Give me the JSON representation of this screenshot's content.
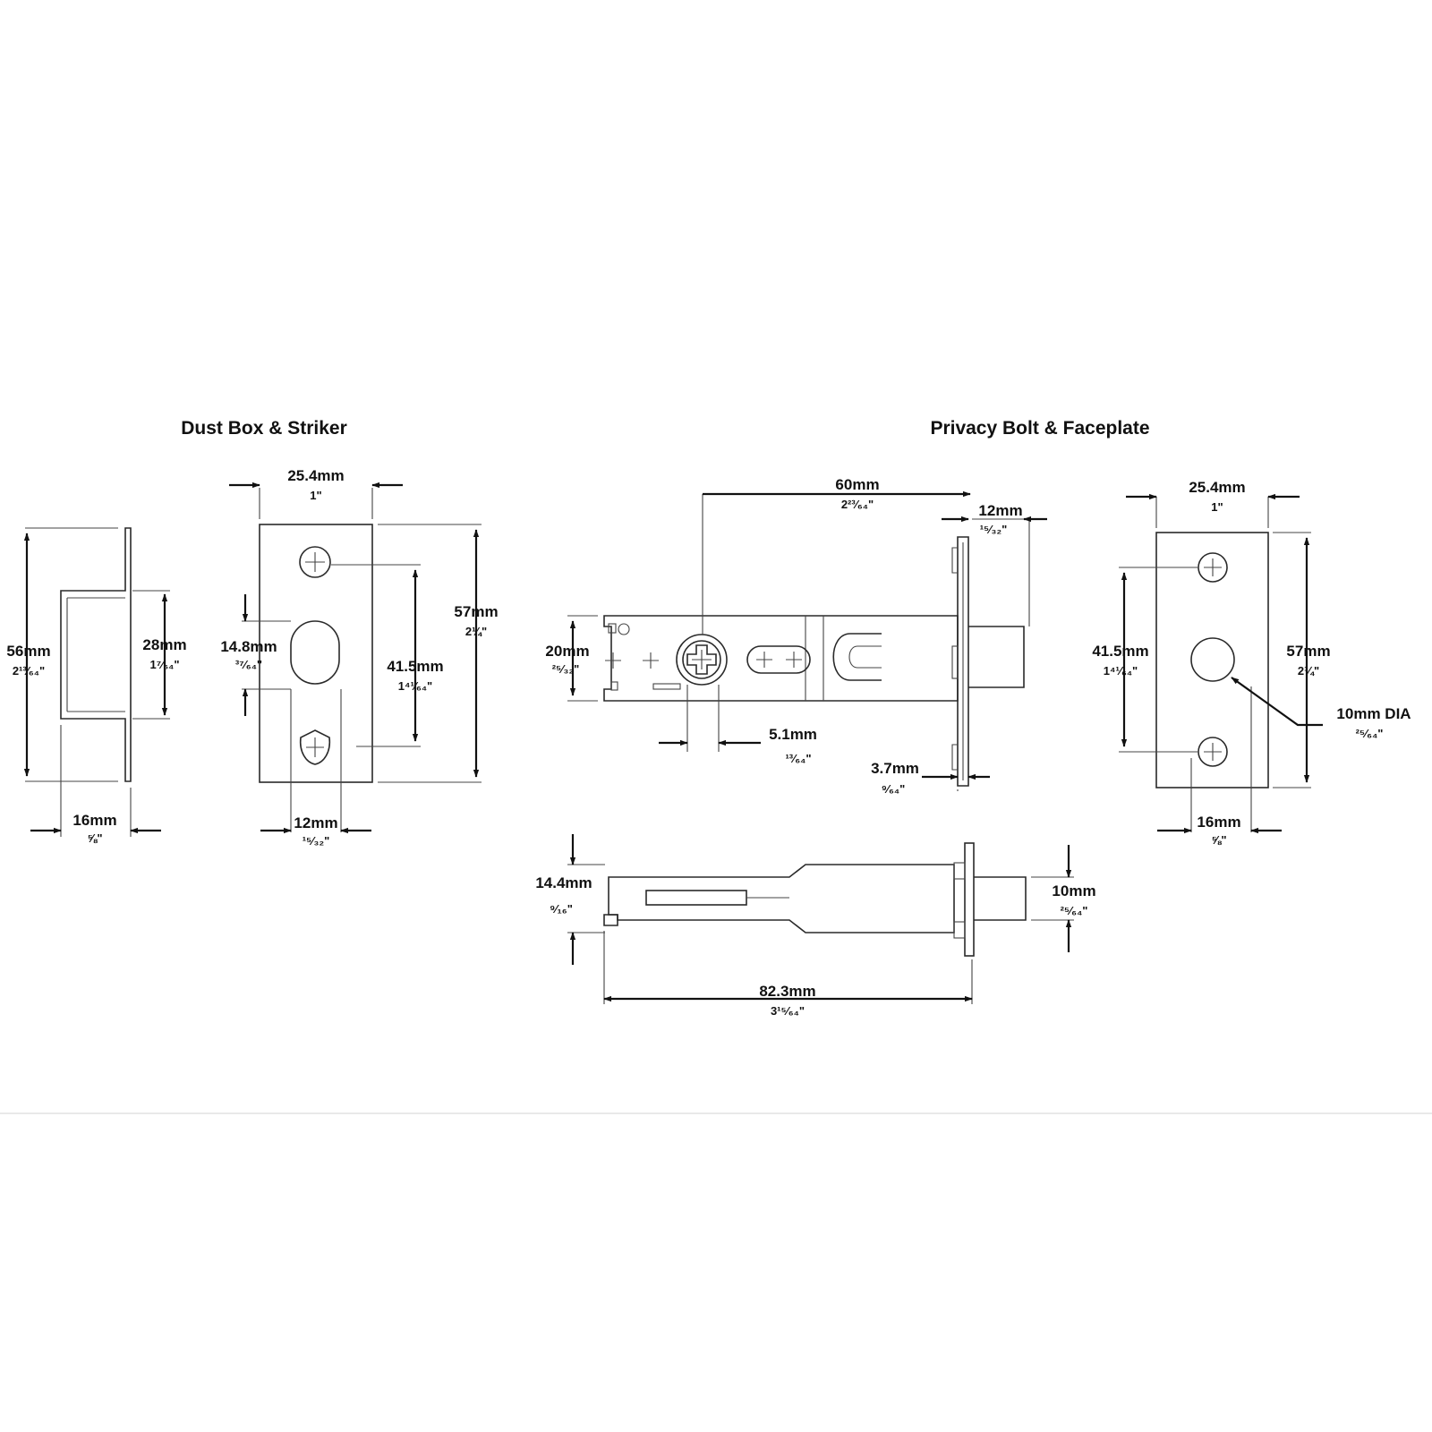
{
  "titles": {
    "left": "Dust Box & Striker",
    "right": "Privacy Bolt & Faceplate"
  },
  "dust_box": {
    "height_mm": "56mm",
    "height_in": "2¹³⁄₆₄\"",
    "depth_mm": "16mm",
    "depth_in": "⅝\"",
    "inner_mm": "28mm",
    "inner_in": "1⁷⁄₆₄\""
  },
  "striker": {
    "width_mm": "25.4mm",
    "width_in": "1\"",
    "height_mm": "57mm",
    "height_in": "2¼\"",
    "hole_mm": "41.5mm",
    "hole_in": "1⁴¹⁄₆₄\"",
    "slot_mm": "14.8mm",
    "slot_in": "³⁷⁄₆₄\"",
    "slotw_mm": "12mm",
    "slotw_in": "¹⁵⁄₃₂\""
  },
  "bolt_side": {
    "backset_mm": "60mm",
    "backset_in": "2²³⁄₆₄\"",
    "throw_mm": "12mm",
    "throw_in": "¹⁵⁄₃₂\"",
    "height_mm": "20mm",
    "height_in": "²⁵⁄₃₂\"",
    "spindle_mm": "5.1mm",
    "spindle_in": "¹³⁄₆₄\"",
    "plate_mm": "3.7mm",
    "plate_in": "⁹⁄₆₄\""
  },
  "bolt_top": {
    "width_mm": "14.4mm",
    "width_in": "⁹⁄₁₆\"",
    "bolt_mm": "10mm",
    "bolt_in": "²⁵⁄₆₄\"",
    "length_mm": "82.3mm",
    "length_in": "3¹⁵⁄₆₄\""
  },
  "faceplate": {
    "width_mm": "25.4mm",
    "width_in": "1\"",
    "height_mm": "57mm",
    "height_in": "2¼\"",
    "hole_mm": "41.5mm",
    "hole_in": "1⁴¹⁄₆₄\"",
    "dia_mm": "10mm DIA",
    "dia_in": "²⁵⁄₆₄\"",
    "bolt_mm": "16mm",
    "bolt_in": "⅝\""
  }
}
